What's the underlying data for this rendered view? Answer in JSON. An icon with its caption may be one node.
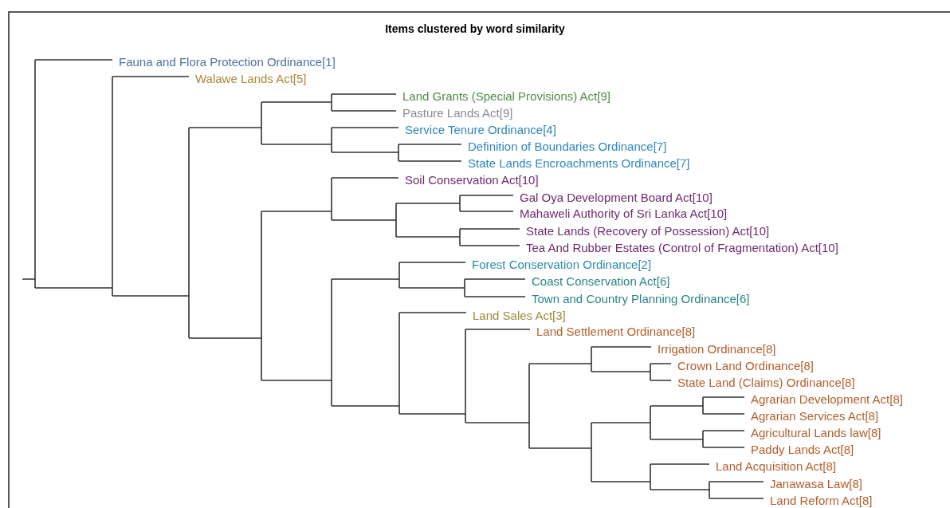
{
  "diagram": {
    "title": "Items clustered by word similarity",
    "labels": [
      "Fauna and Flora Protection Ordinance[1]",
      "Walawe Lands Act[5]",
      "Land Grants (Special Provisions) Act[9]",
      "Pasture Lands Act[9]",
      "Service Tenure Ordinance[4]",
      "Definition of Boundaries Ordinance[7]",
      "State Lands Encroachments Ordinance[7]",
      "Soil Conservation Act[10]",
      "Gal Oya Development Board Act[10]",
      "Mahaweli Authority of Sri Lanka Act[10]",
      "State Lands (Recovery of Possession) Act[10]",
      "Tea And Rubber Estates (Control of Fragmentation) Act[10]",
      "Forest Conservation Ordinance[2]",
      "Coast Conservation Act[6]",
      "Town and Country Planning Ordinance[6]",
      "Land Sales Act[3]",
      "Land Settlement Ordinance[8]",
      "Irrigation Ordinance[8]",
      "Crown Land Ordinance[8]",
      "State Land (Claims) Ordinance[8]",
      "Agrarian Development Act[8]",
      "Agrarian Services Act[8]",
      "Agricultural Lands law[8]",
      "Paddy Lands Act[8]",
      "Land Acquisition Act[8]",
      "Janawasa Law[8]",
      "Land Reform Act[8]"
    ]
  }
}
